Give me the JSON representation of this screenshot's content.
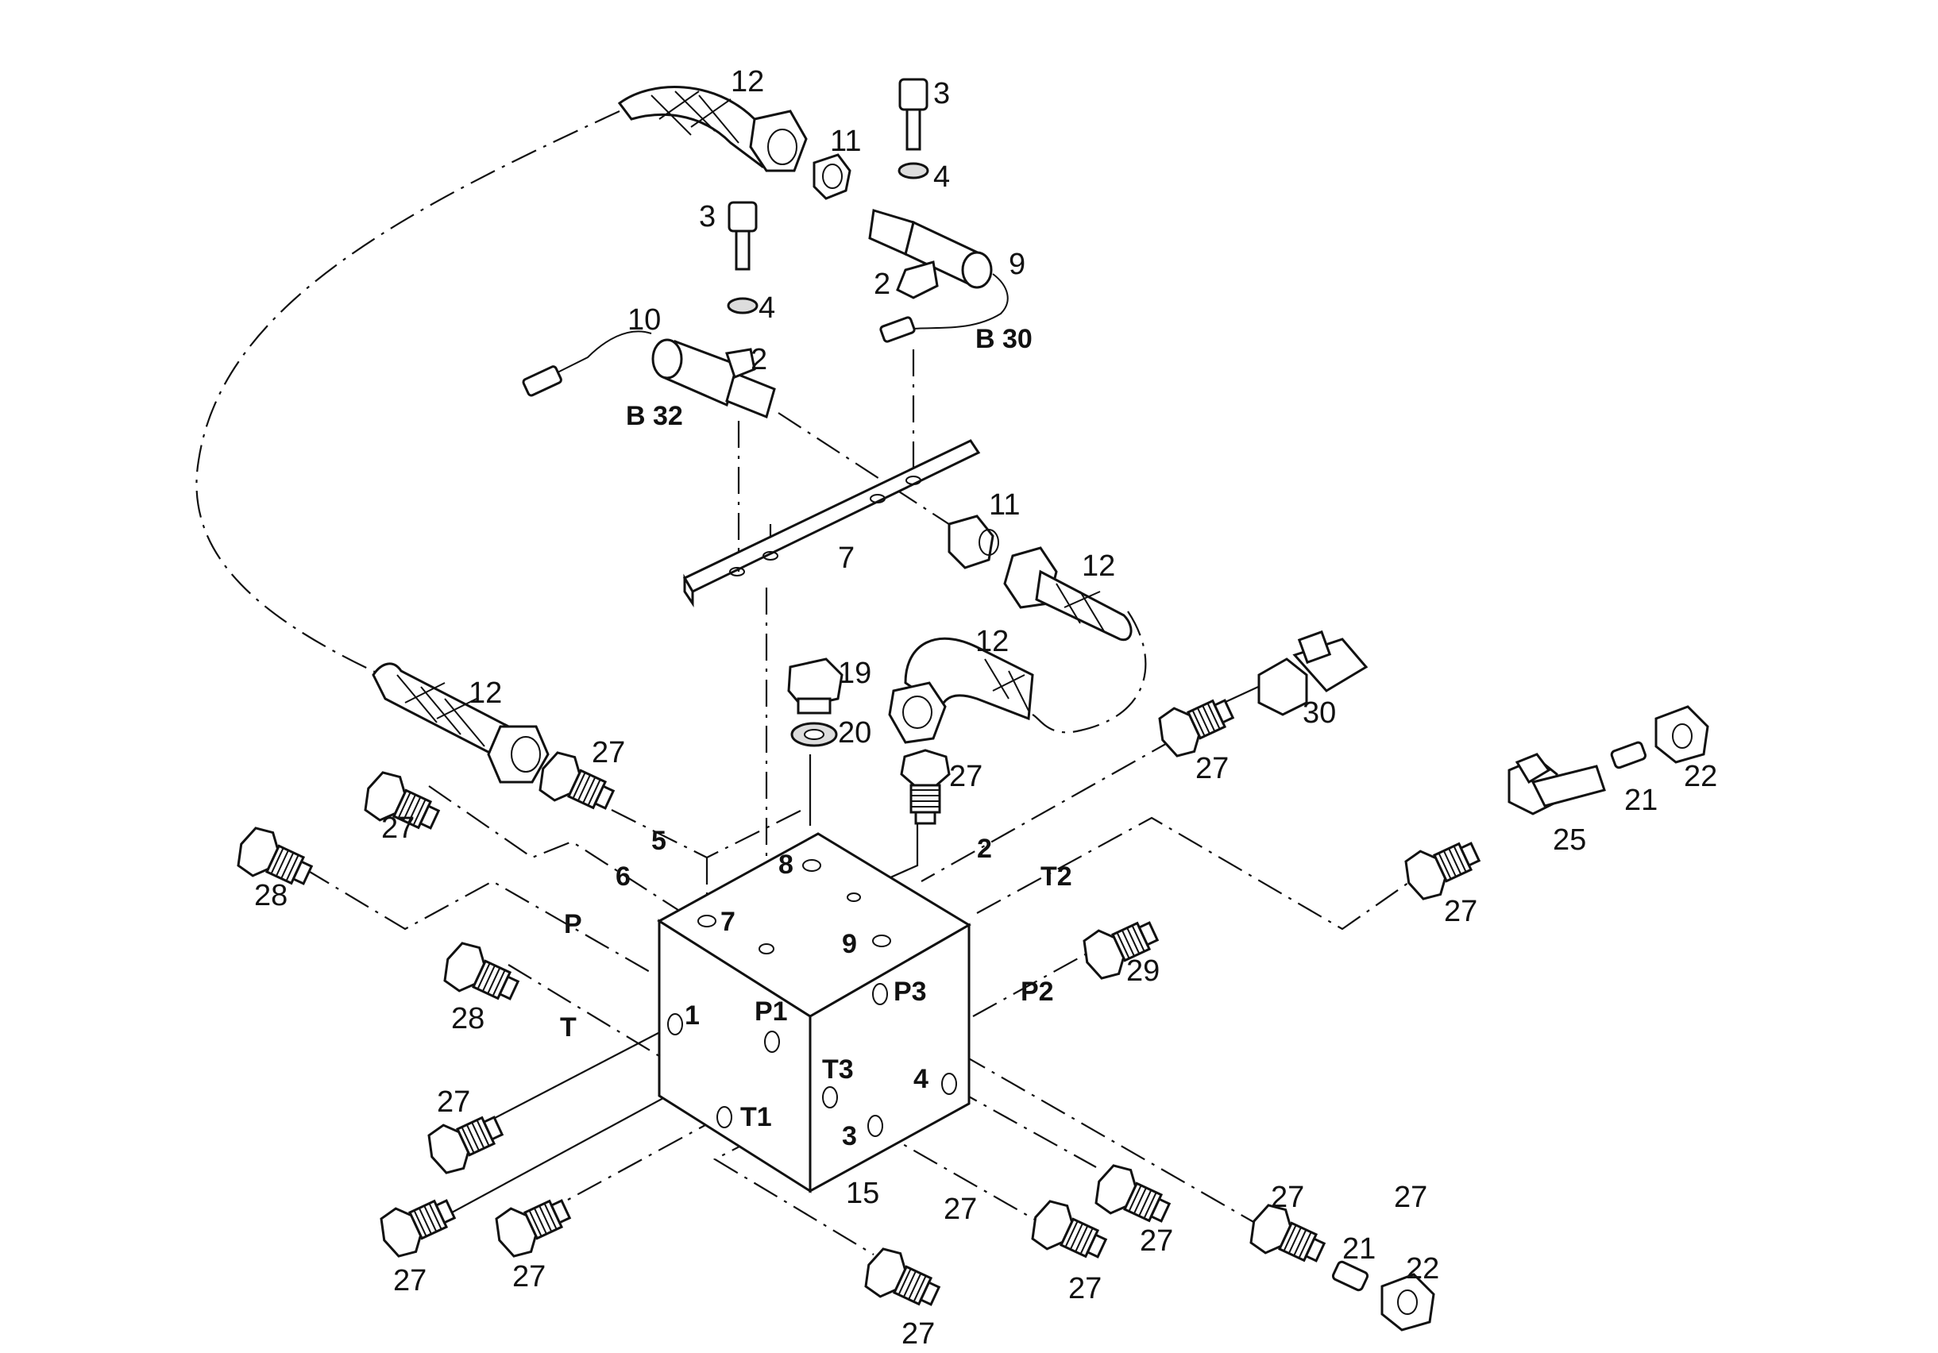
{
  "callouts": {
    "c1": "12",
    "c2": "3",
    "c3": "11",
    "c4": "4",
    "c5": "3",
    "c6": "2",
    "c7": "9",
    "c8": "4",
    "c9": "10",
    "c10": "2",
    "c11": "B 30",
    "c12": "B 32",
    "c13": "11",
    "c14": "12",
    "c15": "7",
    "c16": "12",
    "c17": "19",
    "c18": "20",
    "c19": "12",
    "c20": "27",
    "c21": "27",
    "c22": "30",
    "c23": "27",
    "c24": "21",
    "c25": "22",
    "c26": "27",
    "c27": "25",
    "c28": "28",
    "c29": "5",
    "c30": "2",
    "c31": "6",
    "c32": "8",
    "c33": "T2",
    "c34": "27",
    "c35": "P",
    "c36": "7",
    "c37": "9",
    "c38": "29",
    "c39": "28",
    "c40": "T",
    "c41": "1",
    "c42": "P1",
    "c43": "P3",
    "c44": "P2",
    "c45": "T3",
    "c46": "4",
    "c47": "27",
    "c48": "T1",
    "c49": "3",
    "c50": "15",
    "c51": "27",
    "c52": "27",
    "c53": "27",
    "c54": "27",
    "c55": "27",
    "c56": "27",
    "c57": "27",
    "c58": "21",
    "c59": "22",
    "c60": "27"
  }
}
